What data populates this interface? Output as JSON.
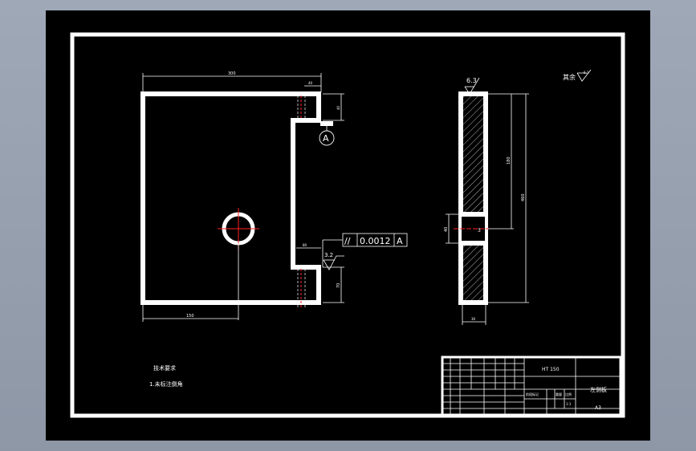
{
  "drawing": {
    "front_view": {
      "dim_top_width": "300",
      "dim_top_small": "40",
      "dim_right_upper": "40",
      "dim_bottom_left": "150",
      "dim_lower_step": "80",
      "dim_right_lower": "70",
      "datum_label": "A",
      "parallelism": {
        "symbol": "//",
        "tolerance": "0.0012",
        "datum": "A"
      },
      "roughness_side": "3.2"
    },
    "side_view": {
      "roughness_top": "6.3",
      "dim_height_mid": "180",
      "dim_height_full": "460",
      "dim_hole_left": "40",
      "dim_hole_right": "3",
      "dim_width_bottom": "30"
    },
    "general_roughness": {
      "label": "其余",
      "value": "6.3"
    },
    "tech_requirements": {
      "title": "技术要求",
      "item1": "1.未标注倒角"
    },
    "title_block": {
      "material": "HT 150",
      "part_name": "左侧板",
      "sheet_size": "A3",
      "scale": "1:1",
      "weight_header": "重量",
      "scale_header": "比例",
      "stage_header": "阶段标记"
    }
  }
}
